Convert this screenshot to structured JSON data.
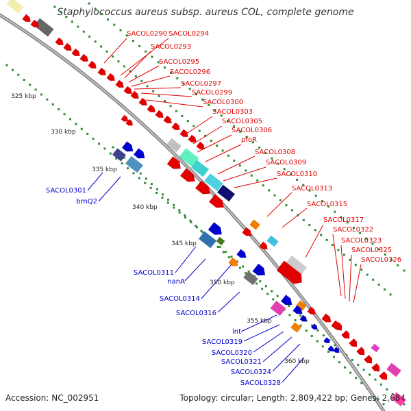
{
  "title": "Staphylococcus aureus subsp. aureus COL, complete genome",
  "accession": "Accession: NC_002951",
  "summary": "Topology: circular; Length: 2,809,422 bp; Genes: 2,684",
  "ruler_labels": [
    "325 kbp",
    "330 kbp",
    "335 kbp",
    "340 kbp",
    "345 kbp",
    "350 kbp",
    "355 kbp",
    "360 kbp"
  ],
  "forward_labels": [
    "SACOL0290",
    "SACOL0294",
    "SACOL0293",
    "SACOL0295",
    "SACOL0296",
    "SACOL0297",
    "SACOL0299",
    "SACOL0300",
    "SACOL0303",
    "SACOL0305",
    "SACOL0306",
    "pfoR",
    "SACOL0308",
    "SACOL0309",
    "SACOL0310",
    "SACOL0313",
    "SACOL0315",
    "SACOL0317",
    "SACOL0322",
    "SACOL0323",
    "SACOL0325",
    "SACOL0326"
  ],
  "reverse_labels": [
    "SACOL0301",
    "brnQ2",
    "SACOL0311",
    "nanA",
    "SACOL0314",
    "SACOL0316",
    "int",
    "SACOL0319",
    "SACOL0320",
    "SACOL0321",
    "SACOL0324",
    "SACOL0328"
  ],
  "colors": {
    "forward": "#e00000",
    "reverse": "#0000cc",
    "backbone": "#888888",
    "gc_dots": "#2e8b2e"
  }
}
